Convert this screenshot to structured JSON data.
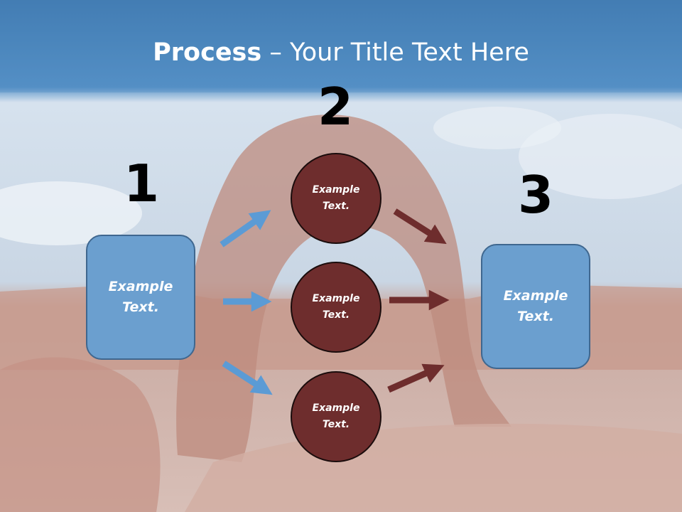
{
  "title": {
    "bold": "Process",
    "rest": " – Your Title Text Here"
  },
  "steps": [
    {
      "number": "1",
      "text": "Example\nText."
    },
    {
      "number": "2",
      "text": ""
    },
    {
      "number": "3",
      "text": "Example\nText."
    }
  ],
  "circles": [
    {
      "text": "Example\nText."
    },
    {
      "text": "Example\nText."
    },
    {
      "text": "Example\nText."
    }
  ],
  "colors": {
    "box_fill": "#6b9fcf",
    "circle_fill": "#6e2d2d",
    "arrow_blue": "#5b9bd5",
    "arrow_maroon": "#6e2d2d",
    "title_band": "#4a86c0"
  }
}
